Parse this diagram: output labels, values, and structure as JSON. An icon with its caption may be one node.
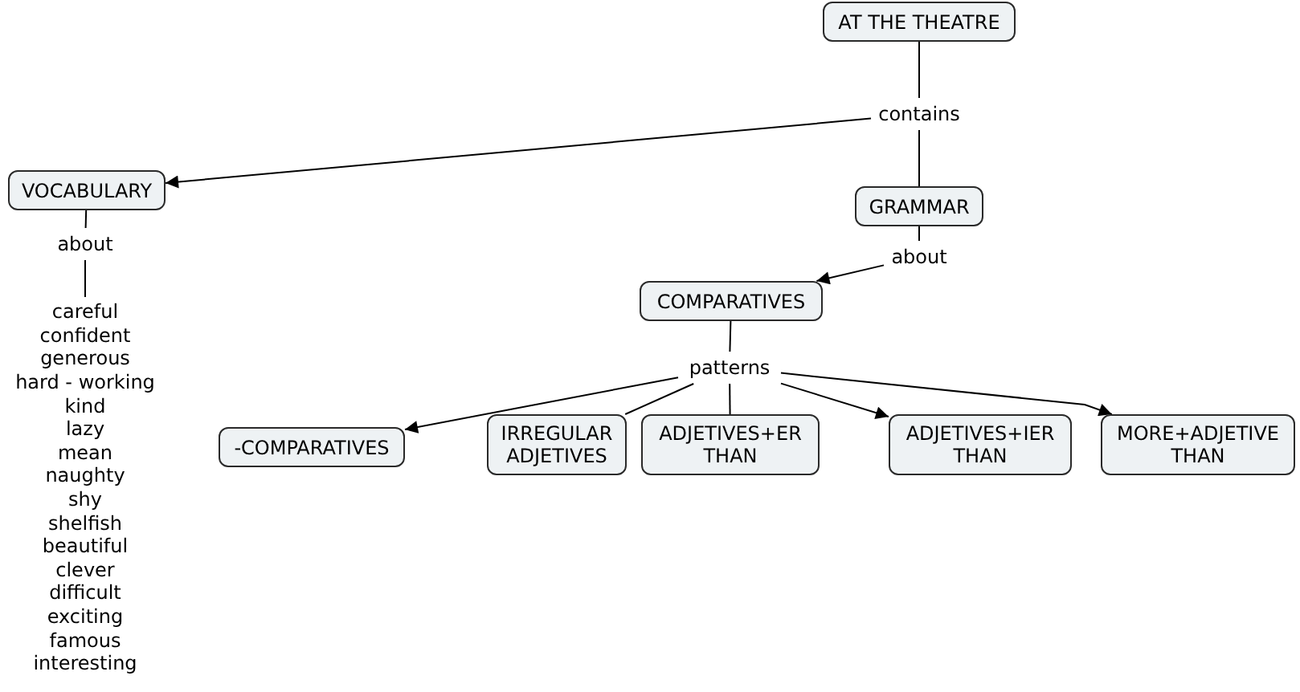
{
  "diagram": {
    "nodes": [
      {
        "text": [
          "AT THE THEATRE"
        ]
      },
      {
        "text": [
          "contains"
        ]
      },
      {
        "text": [
          "VOCABULARY"
        ]
      },
      {
        "text": [
          "GRAMMAR"
        ]
      },
      {
        "text": [
          "about"
        ]
      },
      {
        "text": [
          "about"
        ]
      },
      {
        "text": [
          "careful",
          "confident",
          "generous",
          "hard - working",
          "kind",
          "lazy",
          "mean",
          "naughty",
          "shy",
          "shelfish",
          "beautiful",
          "clever",
          "difficult",
          "exciting",
          "famous",
          "interesting"
        ]
      },
      {
        "text": [
          "COMPARATIVES"
        ]
      },
      {
        "text": [
          "patterns"
        ]
      },
      {
        "text": [
          "-COMPARATIVES"
        ]
      },
      {
        "text": [
          "IRREGULAR ADJETIVES"
        ]
      },
      {
        "text": [
          "ADJETIVES+ER THAN"
        ]
      },
      {
        "text": [
          "ADJETIVES+IER THAN"
        ]
      },
      {
        "text": [
          "MORE+ADJETIVE THAN"
        ]
      }
    ],
    "edges": [
      {
        "from": 0,
        "to": 1,
        "arrow": "none"
      },
      {
        "from": 1,
        "to": 2,
        "arrow": "to"
      },
      {
        "from": 1,
        "to": 3,
        "arrow": "none"
      },
      {
        "from": 2,
        "to": 4,
        "arrow": "none"
      },
      {
        "from": 4,
        "to": 6,
        "arrow": "none"
      },
      {
        "from": 3,
        "to": 5,
        "arrow": "none"
      },
      {
        "from": 5,
        "to": 7,
        "arrow": "to"
      },
      {
        "from": 7,
        "to": 8,
        "arrow": "none"
      },
      {
        "from": 8,
        "to": 9,
        "arrow": "to"
      },
      {
        "from": 8,
        "to": 10,
        "arrow": "none"
      },
      {
        "from": 8,
        "to": 11,
        "arrow": "none"
      },
      {
        "from": 8,
        "to": 12,
        "arrow": "to"
      },
      {
        "from": 8,
        "to": 13,
        "arrow": "to"
      }
    ]
  }
}
